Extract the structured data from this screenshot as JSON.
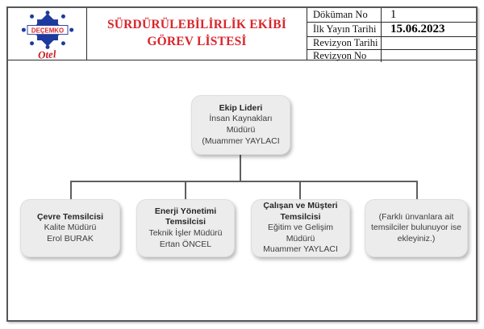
{
  "logo": {
    "brand": "DEÇEMKO",
    "sub": "Otel"
  },
  "header": {
    "title_line1": "SÜRDÜRÜLEBİLİRLİK EKİBİ",
    "title_line2": "GÖREV LİSTESİ",
    "info_rows": [
      {
        "label": "Döküman No",
        "value": "1"
      },
      {
        "label": "İlk Yayın Tarihi",
        "value": "15.06.2023"
      },
      {
        "label": "Revizyon Tarihi",
        "value": ""
      },
      {
        "label": "Revizyon No",
        "value": ""
      }
    ]
  },
  "chart_data": {
    "type": "org-chart",
    "root": {
      "role": "Ekip Lideri",
      "title": "İnsan Kaynakları Müdürü",
      "person": "(Muammer YAYLACI"
    },
    "children": [
      {
        "role": "Çevre Temsilcisi",
        "title": "Kalite Müdürü",
        "person": "Erol BURAK"
      },
      {
        "role": "Enerji Yönetimi Temsilcisi",
        "title": "Teknik İşler Müdürü",
        "person": "Ertan ÖNCEL"
      },
      {
        "role": "Çalışan ve Müşteri Temsilcisi",
        "title": "Eğitim ve Gelişim Müdürü",
        "person": "Muammer YAYLACI"
      },
      {
        "role": "",
        "title": "",
        "person": "",
        "note": "(Farklı ünvanlara ait temsilciler bulunuyor ise ekleyiniz.)"
      }
    ]
  },
  "colors": {
    "accent_red": "#d9252b",
    "logo_blue": "#1f3a9e",
    "box_fill": "#ececec",
    "connector": "#5f5f5f",
    "border": "#55565a"
  }
}
